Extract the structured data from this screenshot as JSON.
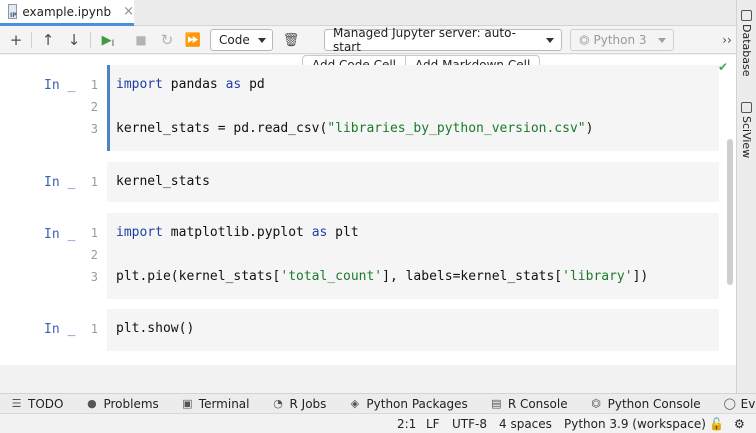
{
  "tab": {
    "title": "example.ipynb",
    "close": "×"
  },
  "toolbar": {
    "add_cell": "+",
    "move_up": "↑",
    "move_down": "↓",
    "run": "▶",
    "stop": "■",
    "restart": "↻",
    "run_all": "⏩",
    "cell_type": "Code",
    "delete": "🗑",
    "server": "Managed Jupyter server: auto-start",
    "kernel": "Python 3",
    "overflow": "››"
  },
  "right_strip": {
    "database": "Database",
    "sciview": "SciView"
  },
  "editor": {
    "add_code_cell": "Add Code Cell",
    "add_markdown_cell": "Add Markdown Cell",
    "cells": [
      {
        "prompt": "In _",
        "lines": [
          {
            "n": "1",
            "code": "import pandas as pd"
          },
          {
            "n": "2",
            "code": ""
          },
          {
            "n": "3",
            "code": "kernel_stats = pd.read_csv(\"libraries_by_python_version.csv\")"
          }
        ]
      },
      {
        "prompt": "In _",
        "lines": [
          {
            "n": "1",
            "code": "kernel_stats"
          }
        ]
      },
      {
        "prompt": "In _",
        "lines": [
          {
            "n": "1",
            "code": "import matplotlib.pyplot as plt"
          },
          {
            "n": "2",
            "code": ""
          },
          {
            "n": "3",
            "code": "plt.pie(kernel_stats['total_count'], labels=kernel_stats['library'])"
          }
        ]
      },
      {
        "prompt": "In _",
        "lines": [
          {
            "n": "1",
            "code": "plt.show()"
          }
        ]
      }
    ]
  },
  "tool_windows": [
    "TODO",
    "Problems",
    "Terminal",
    "R Jobs",
    "Python Packages",
    "R Console",
    "Python Console",
    "Event Log"
  ],
  "status": {
    "position": "2:1",
    "line_sep": "LF",
    "encoding": "UTF-8",
    "indent": "4 spaces",
    "interpreter": "Python 3.9 (workspace)"
  },
  "colors": {
    "accent": "#4a84c4",
    "keyword": "#1e3ea8",
    "string": "#1b7a2b",
    "prompt": "#3b63b5"
  }
}
